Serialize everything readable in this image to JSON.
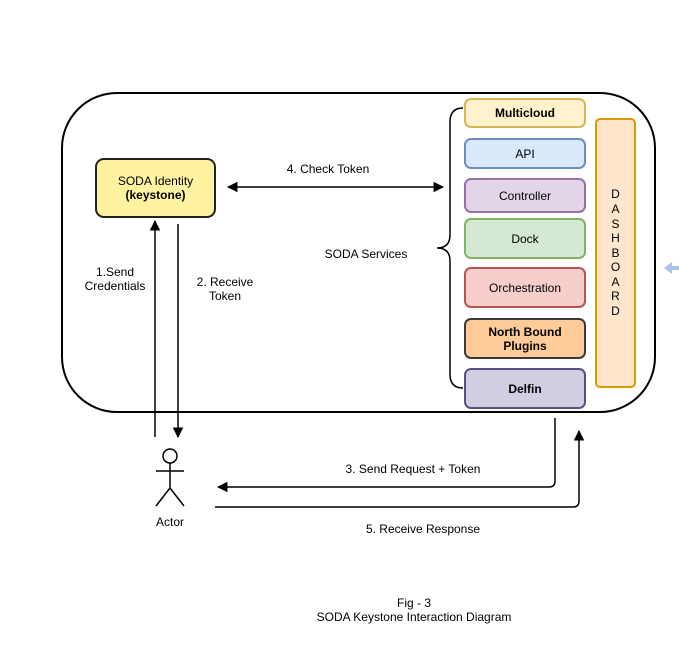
{
  "identity": {
    "line1": "SODA Identity",
    "line2": "(keystone)"
  },
  "services_label": "SODA Services",
  "services": {
    "multicloud": "Multicloud",
    "api": "API",
    "controller": "Controller",
    "dock": "Dock",
    "orchestration": "Orchestration",
    "northbound_line1": "North Bound",
    "northbound_line2": "Plugins",
    "delfin": "Delfin"
  },
  "dashboard_letters": [
    "D",
    "A",
    "S",
    "H",
    "B",
    "O",
    "A",
    "R",
    "D"
  ],
  "steps": {
    "send_credentials_1": "1.Send",
    "send_credentials_2": "Credentials",
    "receive_token_1": "2. Receive",
    "receive_token_2": "Token",
    "send_request": "3. Send Request + Token",
    "check_token": "4. Check Token",
    "receive_response": "5. Receive Response"
  },
  "actor_label": "Actor",
  "caption": {
    "line1": "Fig - 3",
    "line2": "SODA Keystone Interaction Diagram"
  },
  "colors": {
    "identity_fill": "#fff2a1",
    "identity_stroke": "#222222",
    "multicloud_fill": "#fff2cc",
    "multicloud_stroke": "#d6b656",
    "api_fill": "#dae8fc",
    "api_stroke": "#6c8ebf",
    "controller_fill": "#e1d5e7",
    "controller_stroke": "#9673a6",
    "dock_fill": "#d5e8d4",
    "dock_stroke": "#82b366",
    "orchestration_fill": "#f8cecc",
    "orchestration_stroke": "#b85450",
    "northbound_fill": "#ffcc99",
    "northbound_stroke": "#36393d",
    "delfin_fill": "#d0cee2",
    "delfin_stroke": "#56517e",
    "dashboard_fill": "#ffe6cc",
    "dashboard_stroke": "#d79b00"
  }
}
